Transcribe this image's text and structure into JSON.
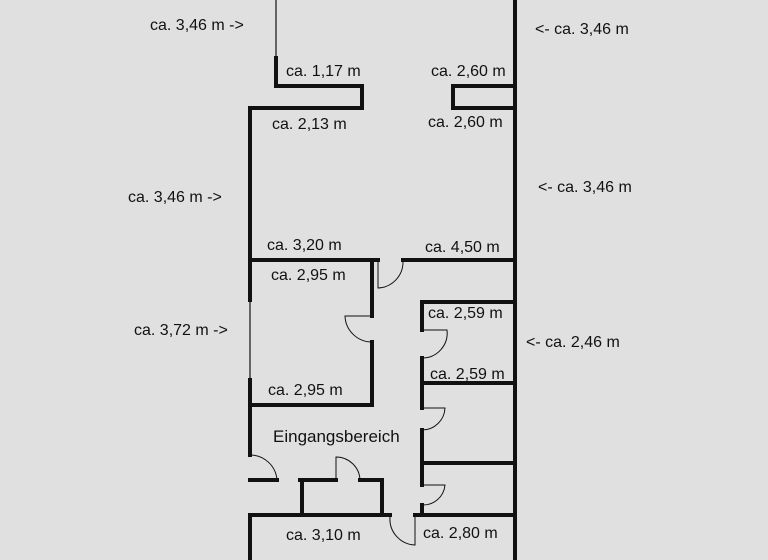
{
  "plan": {
    "outside_labels": {
      "top_left": "ca. 3,46 m ->",
      "top_right": "<- ca. 3,46 m",
      "mid_left": "ca. 3,46 m ->",
      "mid_right": "<- ca. 3,46 m",
      "lower_left": "ca. 3,72 m ->",
      "lower_right": "<- ca. 2,46  m"
    },
    "room_labels": {
      "top_room_left": "ca. 1,17 m",
      "top_room_right": "ca. 2,60 m",
      "second_top_left": "ca. 2,13 m",
      "second_top_right": "ca. 2,60 m",
      "second_bottom_left": "ca. 3,20 m",
      "second_bottom_right": "ca. 4,50 m",
      "left_room_top": "ca. 2,95 m",
      "left_room_bottom": "ca. 2,95 m",
      "right_room_top": "ca. 2,59 m",
      "right_room_bottom": "ca. 2,59 m",
      "entrance": "Eingangsbereich",
      "bottom_left": "ca. 3,10 m",
      "bottom_right": "ca. 2,80 m"
    },
    "colors": {
      "background": "#e0e0e0",
      "wall": "#111111"
    }
  }
}
